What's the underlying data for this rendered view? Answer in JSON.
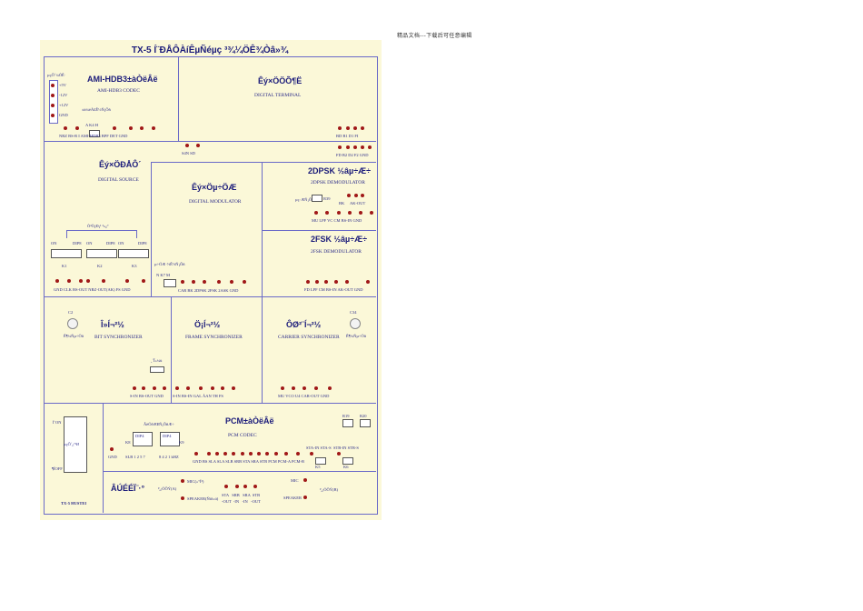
{
  "header_note": "精品文档---下载后可任意编辑",
  "board_title": "TX-5 Í¨ÐÅÔ­ÀíÊµÑéµç ³¾¼ÖÊ¾Òâ»¾",
  "power": {
    "label": "µçÔ´¼ÓÊ·",
    "items": [
      "+5V",
      "-12V",
      "+12V",
      "GND"
    ]
  },
  "ami": {
    "title": "AMI-HDB3±àÒëÂë",
    "subtitle": "AMI-HDB3 CODEC",
    "jumper_label": "±à¼ëÄ£Ê½Ñ¡Ôñ",
    "jumper_pins": "A K4 H",
    "pins": "NRZ  BS-R    I        AMI-HDB3  BPF  DET   GND"
  },
  "digital_terminal": {
    "title": "Êý×ÖÖÕ¶Ë",
    "subtitle": "DIGITAL TERMINAL",
    "pins_top": "BD  B1  D1  FI",
    "pins_bottom": "FD  B2  D2  F2  GND",
    "pins_left": "S4N   SD"
  },
  "digital_source": {
    "title": "Êý×ÖÐÅÔ´",
    "subtitle": "DIGITAL SOURCE",
    "switch_label": "Ò³Ö¡Ð¡¹ ²»¿ª",
    "switch_on": "ON",
    "switch_dip": "DIP8",
    "switch_names": [
      "K1",
      "K2",
      "K3"
    ],
    "pins": "GND  CLK  BS-OUT   NRZ-OUT(AK)   FS    GND"
  },
  "digital_modulator": {
    "title": "Êý×Öµ÷ÖÆ",
    "subtitle": "DIGITAL MODULATOR",
    "jumper_label": "µ÷ÖÆ·½Ê½Ñ¡Ôñ",
    "jumper_pins": "N K7 M",
    "pins": "CAR   BK   2DPSK   2FSK   2ASK    GND"
  },
  "dpsk": {
    "title": "2DPSK ½âµ÷Æ÷",
    "subtitle": "2DPSK DEMODULATOR",
    "adj": "µç·ÆÑ¡Ôñ",
    "r39": "R39",
    "bk": "BK",
    "akout": "AK-OUT",
    "pins": "MU   LPF   VC   CM  BS-IN  GND"
  },
  "fsk": {
    "title": "2FSK ½âµ÷Æ÷",
    "subtitle": "2FSK DEMODULATOR",
    "pins": "FD  LPF  CM  BS-IN   AK-OUT     GND"
  },
  "bit_sync": {
    "title": "Î»Í¬²½",
    "subtitle": "BIT SYNCHRONIZER",
    "cap": "C2",
    "cap_note": "Ê¶¼Ñµ÷Õû",
    "reset": "¸´Î»¼ü",
    "pins": "S-IN  BS-OUT   GND"
  },
  "frame_sync": {
    "title": "Ö¡Í¬²½",
    "subtitle": "FRAME SYNCHRONIZER",
    "pins": "S-IN  BS-IN  GAL   ÀAN   TH    FS"
  },
  "carrier_sync": {
    "title": "ÔØ²¨Í¬²½",
    "subtitle": "CARRIER SYNCHRONIZER",
    "cap": "C34",
    "cap_note": "Ê¶¼Ñµ÷Õû",
    "pins": "MU   VCO   U4   CAR-OUT  GND"
  },
  "power_switch": {
    "on": "Í¨ON",
    "label": "µçÔ´¿ª¹Ø",
    "off": "¶ÏOFF",
    "model": "TX-5 HUSTEI"
  },
  "pcm": {
    "title": "PCM±àÒëÂë",
    "subtitle": "PCM CODEC",
    "dip_label": "ÂëÕðÆ¥Ñ¡ÔñÆ÷",
    "k8": "K8",
    "k9": "K9",
    "dip": "DIP4",
    "k8_pins": "SLB  1 2 5 7",
    "k9_pins": "8 4 2  1  kHZ",
    "gnd": "GND",
    "pins": "GND   BS  SLA SLA SLB  SRB  STA  SRA  STB  PCM  PCM-A  PCM-B",
    "r19": "R19",
    "r20": "R20",
    "k5": "K5",
    "k6": "K6",
    "sta_in": "STA-IN  STA-S",
    "stb_in": "STB-IN  STB-S"
  },
  "audio": {
    "title": "ÂÚÉÉÏ¨·°",
    "mic": "MIC(»°Í²)",
    "speaker": "SPEAKER(Ñïõ­»ú)",
    "amp": "¹¦¿ÕÔÝ(A)",
    "mic2": "MIC",
    "speaker2": "SPEAKER",
    "amp2": "¹¦¿ÕÔÝ(B)",
    "pins": "STA   SRB   SRA  STB\n-OUT  -IN   -IN   -OUT"
  }
}
